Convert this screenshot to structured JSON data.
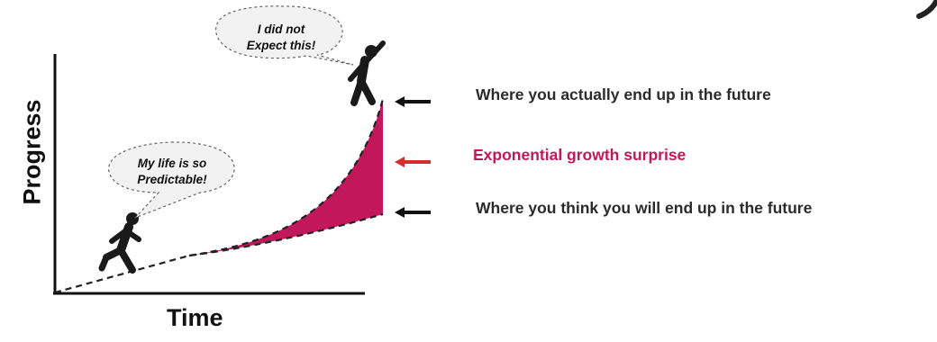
{
  "axes": {
    "y_label": "Progress",
    "x_label": "Time"
  },
  "bubbles": {
    "top": {
      "line1": "I did not",
      "line2": "Expect this!"
    },
    "left": {
      "line1": "My life is so",
      "line2": "Predictable!"
    }
  },
  "labels": {
    "actual": "Where you actually end up in the future",
    "surprise": "Exponential growth surprise",
    "think": "Where you think you will end up in the future"
  },
  "colors": {
    "surprise_fill": "#c2185b",
    "surprise_text": "#c2185b",
    "text": "#2b2b2b",
    "arrow_dark": "#111111",
    "arrow_red": "#d32f2f"
  },
  "icons": [
    "walking-person-icon",
    "cheering-person-icon",
    "arrow-left-icon"
  ]
}
